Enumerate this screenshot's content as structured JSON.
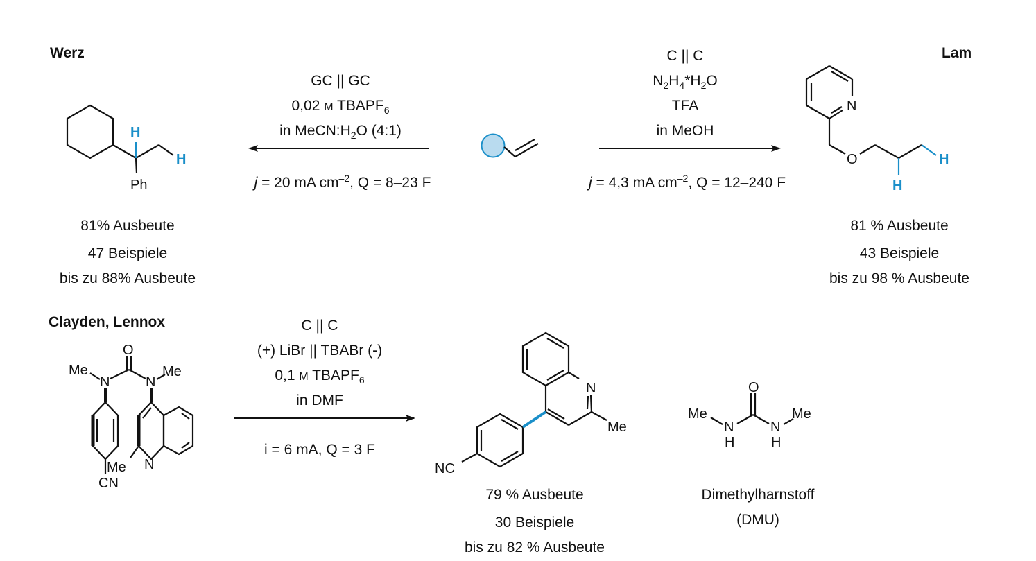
{
  "werz": {
    "author": "Werz",
    "cond1": "GC || GC",
    "cond2_prefix": "0,02 ",
    "cond2_unit": "M",
    "cond2_reagent": " TBAPF",
    "cond2_sub": "6",
    "cond3_a": "in MeCN:H",
    "cond3_sub": "2",
    "cond3_b": "O (4:1)",
    "cond4_j": "j",
    "cond4_a": " = 20 mA cm",
    "cond4_sup": "–2",
    "cond4_b": ", Q = 8–23 F",
    "ph_label": "Ph",
    "h_label": "H",
    "yield": "81% Ausbeute",
    "examples": "47 Beispiele",
    "max_yield": "bis zu 88% Ausbeute"
  },
  "lam": {
    "author": "Lam",
    "cond1": "C || C",
    "cond2_a": "N",
    "cond2_s1": "2",
    "cond2_b": "H",
    "cond2_s2": "4",
    "cond2_c": "*H",
    "cond2_s3": "2",
    "cond2_d": "O",
    "cond3": "TFA",
    "cond4": "in MeOH",
    "cond5_j": "j",
    "cond5_a": " = 4,3 mA cm",
    "cond5_sup": "–2",
    "cond5_b": ", Q = 12–240 F",
    "n_label": "N",
    "o_label": "O",
    "h_label": "H",
    "yield": "81 % Ausbeute",
    "examples": "43 Beispiele",
    "max_yield": "bis zu 98 % Ausbeute"
  },
  "clayden": {
    "author": "Clayden, Lennox",
    "cond1": "C || C",
    "cond2": "(+) LiBr || TBABr (-)",
    "cond3_prefix": "0,1 ",
    "cond3_unit": "M",
    "cond3_reagent": " TBAPF",
    "cond3_sub": "6",
    "cond4": "in DMF",
    "cond5": "i = 6 mA, Q = 3 F",
    "o_label": "O",
    "n_label": "N",
    "me_label": "Me",
    "cn_label": "CN",
    "nc_label": "NC",
    "yield": "79 % Ausbeute",
    "examples": "30 Beispiele",
    "max_yield": "bis zu 82 % Ausbeute"
  },
  "dmu": {
    "o_label": "O",
    "n_label": "N",
    "h_label": "H",
    "me_label": "Me",
    "name": "Dimethylharnstoff",
    "abbrev": "(DMU)"
  },
  "colors": {
    "accent": "#1a8fc9",
    "substrate_fill": "#b9dbef",
    "bond": "#111111"
  }
}
